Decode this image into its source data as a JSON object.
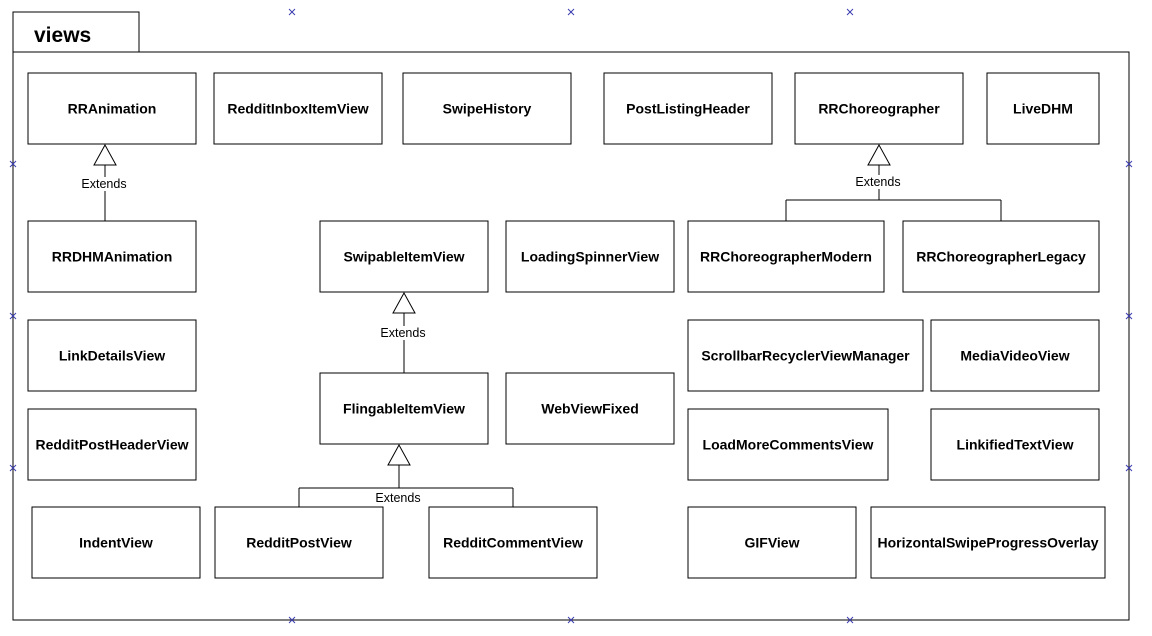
{
  "package": {
    "name": "views"
  },
  "classes": [
    "RRAnimation",
    "RedditInboxItemView",
    "SwipeHistory",
    "PostListingHeader",
    "RRChoreographer",
    "LiveDHM",
    "RRDHMAnimation",
    "SwipableItemView",
    "LoadingSpinnerView",
    "RRChoreographerModern",
    "RRChoreographerLegacy",
    "LinkDetailsView",
    "ScrollbarRecyclerViewManager",
    "MediaVideoView",
    "RedditPostHeaderView",
    "FlingableItemView",
    "WebViewFixed",
    "LoadMoreCommentsView",
    "LinkifiedTextView",
    "IndentView",
    "RedditPostView",
    "RedditCommentView",
    "GIFView",
    "HorizontalSwipeProgressOverlay"
  ],
  "relations": [
    {
      "type": "extends",
      "label": "Extends",
      "parent": "RRAnimation",
      "children": [
        "RRDHMAnimation"
      ]
    },
    {
      "type": "extends",
      "label": "Extends",
      "parent": "RRChoreographer",
      "children": [
        "RRChoreographerModern",
        "RRChoreographerLegacy"
      ]
    },
    {
      "type": "extends",
      "label": "Extends",
      "parent": "SwipableItemView",
      "children": [
        "FlingableItemView"
      ]
    },
    {
      "type": "extends",
      "label": "Extends",
      "parent": "FlingableItemView",
      "children": [
        "RedditPostView",
        "RedditCommentView"
      ]
    }
  ],
  "colors": {
    "stroke": "#000000",
    "fill": "#ffffff",
    "selection_handle": "#3b3bb0"
  }
}
